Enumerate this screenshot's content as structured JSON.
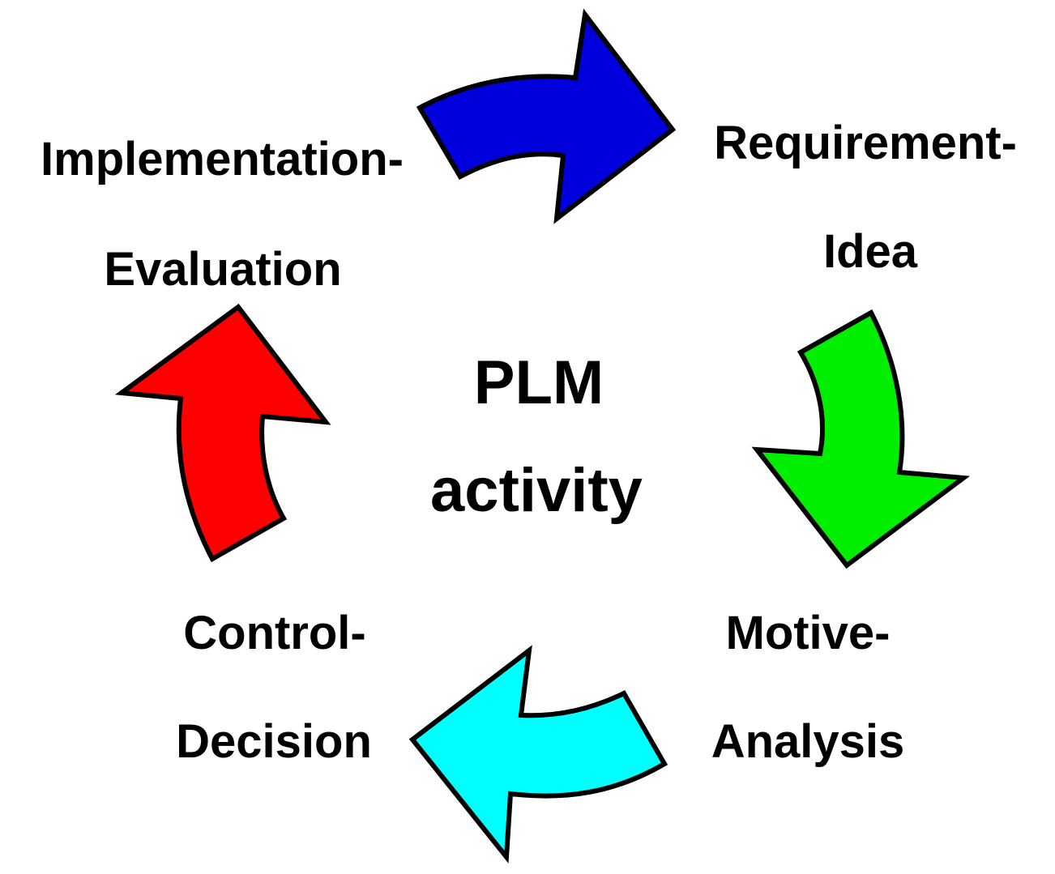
{
  "center": {
    "line1": "PLM",
    "line2": "activity"
  },
  "stages": {
    "top_right": {
      "line1": "Requirement-",
      "line2": "Idea"
    },
    "bottom_right": {
      "line1": "Motive-",
      "line2": "Analysis"
    },
    "bottom_left": {
      "line1": "Control-",
      "line2": "Decision"
    },
    "top_left": {
      "line1": "Implementation-",
      "line2": "Evaluation"
    }
  },
  "arrows": {
    "top": {
      "color": "#0000dd",
      "icon": "curved-arrow-right-icon"
    },
    "right": {
      "color": "#00ee00",
      "icon": "curved-arrow-down-icon"
    },
    "bottom": {
      "color": "#00ffff",
      "icon": "curved-arrow-left-icon"
    },
    "left": {
      "color": "#ff0000",
      "icon": "curved-arrow-up-icon"
    }
  }
}
